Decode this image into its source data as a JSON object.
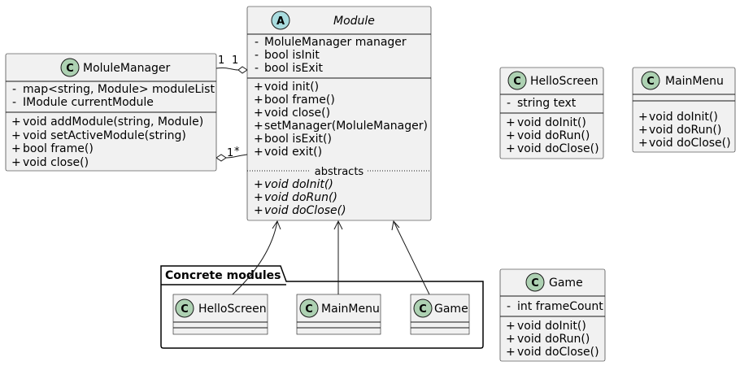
{
  "classes": {
    "module": {
      "name": "Module",
      "stereotype": "A",
      "fields": [
        "MoluleManager manager",
        "bool isInit",
        "bool isExit"
      ],
      "methods": [
        "void init()",
        "bool frame()",
        "void close()",
        "setManager(MoluleManager)",
        "bool isExit()",
        "void exit()"
      ],
      "section_label": "abstracts",
      "abstract_methods": [
        "void doInit()",
        "void doRun()",
        "void doClose()"
      ]
    },
    "molule_manager": {
      "name": "MoluleManager",
      "stereotype": "C",
      "fields": [
        "map<string, Module> moduleList",
        "IModule currentModule"
      ],
      "methods": [
        "void addModule(string, Module)",
        "void setActiveModule(string)",
        "bool frame()",
        "void close()"
      ]
    },
    "hello_screen": {
      "name": "HelloScreen",
      "stereotype": "C",
      "fields": [
        "string text"
      ],
      "methods": [
        "void doInit()",
        "void doRun()",
        "void doClose()"
      ]
    },
    "main_menu": {
      "name": "MainMenu",
      "stereotype": "C",
      "methods": [
        "void doInit()",
        "void doRun()",
        "void doClose()"
      ]
    },
    "game": {
      "name": "Game",
      "stereotype": "C",
      "fields": [
        "int frameCount"
      ],
      "methods": [
        "void doInit()",
        "void doRun()",
        "void doClose()"
      ]
    }
  },
  "package": {
    "title": "Concrete modules",
    "classes": [
      {
        "name": "HelloScreen",
        "stereotype": "C"
      },
      {
        "name": "MainMenu",
        "stereotype": "C"
      },
      {
        "name": "Game",
        "stereotype": "C"
      }
    ]
  },
  "relations": {
    "manager_link": {
      "left": "1",
      "right": "1"
    },
    "modules_link": {
      "left": "1",
      "right": "*"
    }
  },
  "visibility": {
    "private": "-",
    "public": "+"
  },
  "colors": {
    "class_fill": "#f1f1f1",
    "class_circle": "#add1b2",
    "abstract_circle": "#a9dcdf",
    "border": "#181818"
  }
}
